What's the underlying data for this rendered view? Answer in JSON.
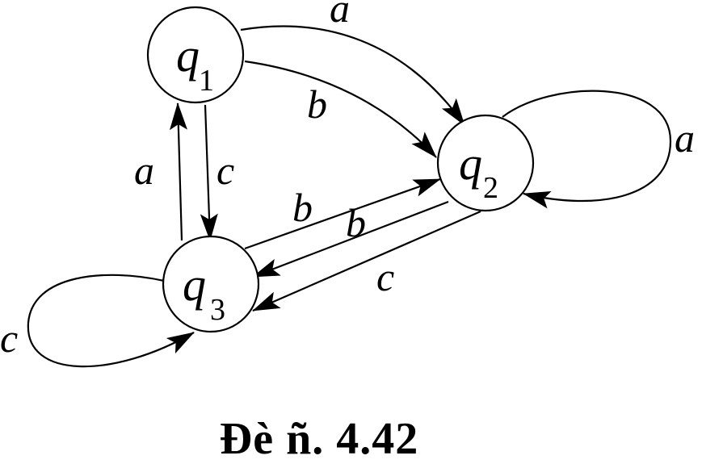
{
  "diagram": {
    "states": [
      {
        "letter": "q",
        "index": "1"
      },
      {
        "letter": "q",
        "index": "2"
      },
      {
        "letter": "q",
        "index": "3"
      }
    ],
    "transitions": [
      {
        "from": "q1",
        "to": "q2",
        "symbol": "a"
      },
      {
        "from": "q1",
        "to": "q2",
        "symbol": "b"
      },
      {
        "from": "q2",
        "to": "q2",
        "symbol": "a"
      },
      {
        "from": "q1",
        "to": "q3",
        "symbol": "c"
      },
      {
        "from": "q3",
        "to": "q1",
        "symbol": "a"
      },
      {
        "from": "q3",
        "to": "q2",
        "symbol": "b"
      },
      {
        "from": "q2",
        "to": "q3",
        "symbol": "b"
      },
      {
        "from": "q2",
        "to": "q3",
        "symbol": "c"
      },
      {
        "from": "q3",
        "to": "q3",
        "symbol": "c"
      }
    ]
  },
  "caption": "Đè ñ. 4.42"
}
